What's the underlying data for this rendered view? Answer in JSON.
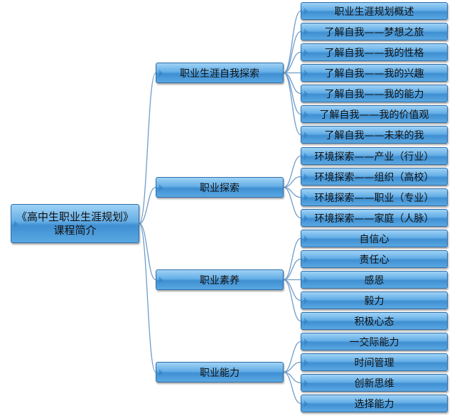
{
  "root": {
    "line1": "《高中生职业生涯规划》",
    "line2": "课程简介"
  },
  "branches": [
    {
      "label": "职业生涯自我探索",
      "items": [
        "职业生涯规划概述",
        "了解自我——梦想之旅",
        "了解自我——我的性格",
        "了解自我——我的兴趣",
        "了解自我——我的能力",
        "了解自我——我的价值观",
        "了解自我——未来的我"
      ]
    },
    {
      "label": "职业探索",
      "items": [
        "环境探索——产业（行业）",
        "环境探索——组织（高校）",
        "环境探索——职业（专业）",
        "环境探索——家庭（人脉）"
      ]
    },
    {
      "label": "职业素养",
      "items": [
        "自信心",
        "责任心",
        "感恩",
        "毅力",
        "积极心态"
      ]
    },
    {
      "label": "职业能力",
      "items": [
        "一交际能力",
        "时间管理",
        "创新思维",
        "选择能力"
      ]
    }
  ],
  "colors": {
    "box_fill": "#64aee6",
    "box_border": "#2f6fa9",
    "connector": "#6f9cc9"
  }
}
